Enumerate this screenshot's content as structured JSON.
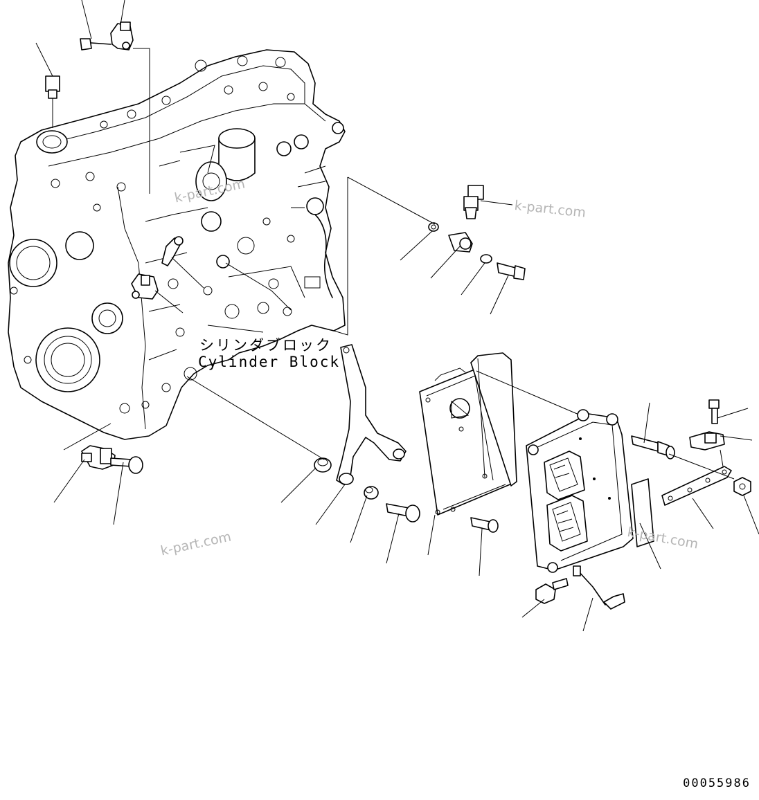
{
  "labels": {
    "block_jp": "シリンダブロック",
    "block_en": "Cylinder Block"
  },
  "watermarks": [
    "k-part.com",
    "k-part.com",
    "k-part.com",
    "k-part.com"
  ],
  "drawing_number": "00055986"
}
